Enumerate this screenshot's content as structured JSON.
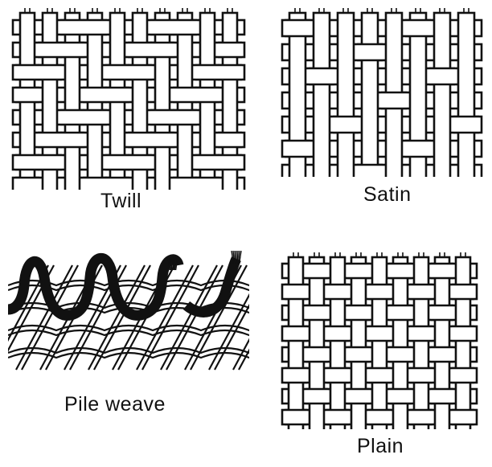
{
  "colors": {
    "ink": "#111111",
    "paper": "#ffffff"
  },
  "panels": {
    "twill": {
      "label": "Twill"
    },
    "satin": {
      "label": "Satin"
    },
    "pile": {
      "label": "Pile weave"
    },
    "plain": {
      "label": "Plain"
    }
  }
}
